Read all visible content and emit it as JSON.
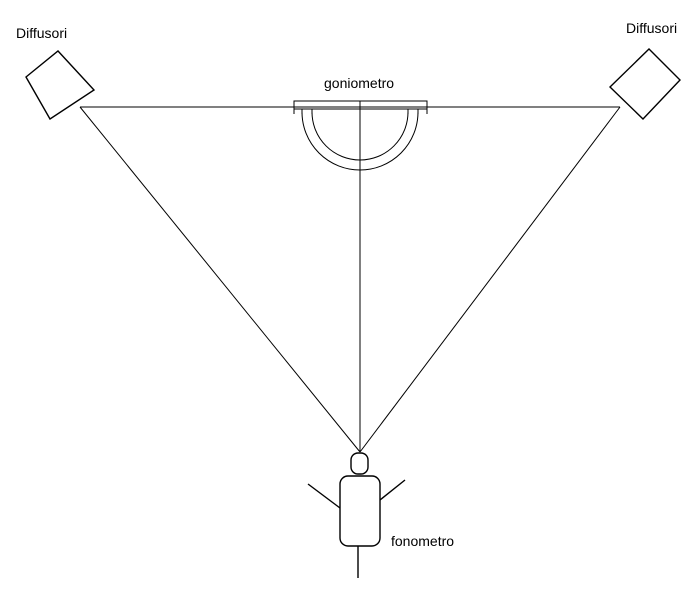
{
  "labels": {
    "speaker_left": "Diffusori",
    "speaker_right": "Diffusori",
    "goniometer": "goniometro",
    "sound_meter": "fonometro"
  },
  "colors": {
    "background": "#ffffff",
    "ink": "#000000"
  }
}
